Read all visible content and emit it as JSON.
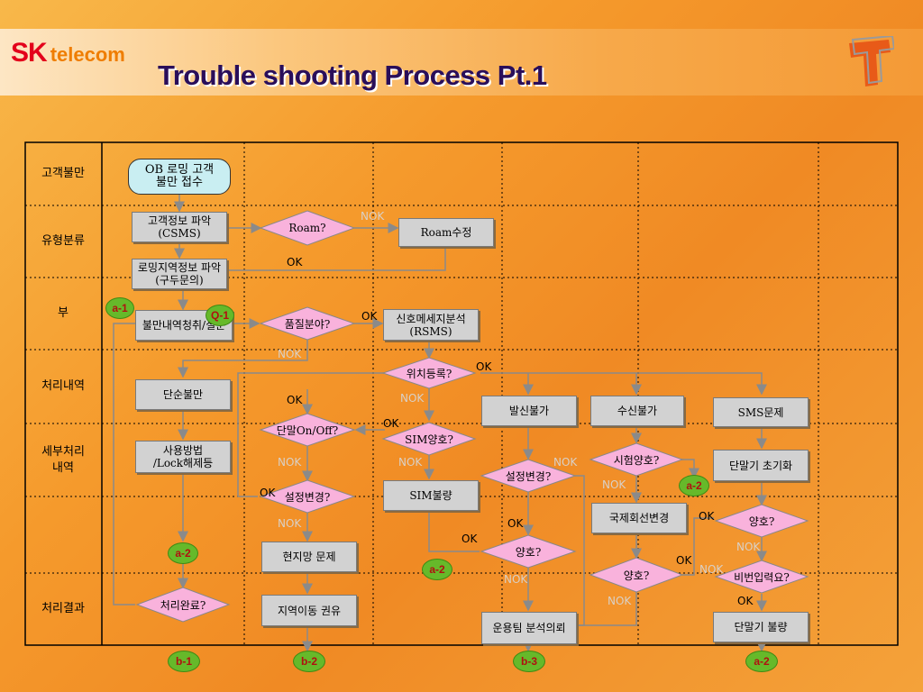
{
  "header": {
    "logo_sk": "SK",
    "logo_telecom": "telecom",
    "title": "Trouble shooting Process Pt.1"
  },
  "rows": [
    "고객불만",
    "유형분류",
    "부",
    "처리내역",
    "세부처리\n내역",
    "처리결과"
  ],
  "start": "OB 로밍 고객\n불만 접수",
  "boxes": {
    "customer_info": "고객정보 파악\n(CSMS)",
    "roam_fix": "Roam수정",
    "roaming_area": "로밍지역정보 파악\n(구두문의)",
    "complaint_history": "불만내역청취/설문",
    "signal_analysis": "신호메세지분석\n(RSMS)",
    "simple_complaint": "단순불만",
    "usage_lock": "사용방법\n/Lock해제등",
    "outgoing_fail": "발신불가",
    "incoming_fail": "수신불가",
    "sms_problem": "SMS문제",
    "terminal_reset": "단말기 초기화",
    "sim_bad": "SIM불량",
    "intl_line_change": "국제회선변경",
    "local_network": "현지망 문제",
    "region_move": "지역이동 권유",
    "ops_analysis": "운용팀 분석의뢰",
    "terminal_bad": "단말기 불량"
  },
  "decisions": {
    "roam": "Roam?",
    "quality": "품질분야?",
    "location": "위치등록?",
    "terminal_onoff": "단말On/Off?",
    "sim_ok": "SIM양호?",
    "setting_change_1": "설정변경?",
    "setting_change_2": "설정변경?",
    "test_ok": "시험양호?",
    "good_1": "양호?",
    "good_2": "양호?",
    "good_3": "양호?",
    "pw_needed": "비번입력요?",
    "done": "처리완료?"
  },
  "flow_labels": {
    "ok": "OK",
    "nok": "NOK"
  },
  "badges": {
    "a1": "a-1",
    "q1": "Q-1",
    "a2_left": "a-2",
    "a2_mid": "a-2",
    "a2_right": "a-2",
    "b1": "b-1",
    "b2": "b-2",
    "b3": "b-3",
    "a2_bottom": "a-2"
  },
  "colors": {
    "decision_fill": "#f9b2dc",
    "start_fill": "#c9eef2",
    "box_fill": "#d2d2d2",
    "badge_fill": "#66b92a",
    "title_color": "#2a0e5a",
    "brand_red": "#e3001b",
    "brand_orange": "#ef7d00"
  }
}
